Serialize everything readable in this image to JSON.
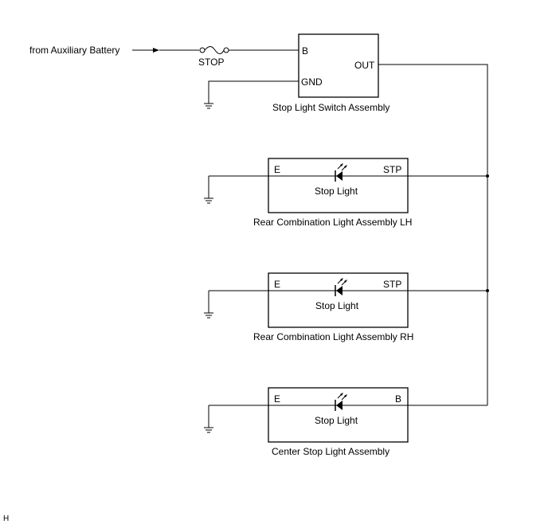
{
  "source_label": "from Auxiliary Battery",
  "fuse": {
    "label": "STOP"
  },
  "switch": {
    "title": "Stop Light Switch Assembly",
    "pin_b": "B",
    "pin_gnd": "GND",
    "pin_out": "OUT"
  },
  "lamps": [
    {
      "title": "Rear Combination Light Assembly LH",
      "pin_ground": "E",
      "pin_power": "STP",
      "inner": "Stop Light"
    },
    {
      "title": "Rear Combination Light Assembly RH",
      "pin_ground": "E",
      "pin_power": "STP",
      "inner": "Stop Light"
    },
    {
      "title": "Center Stop Light Assembly",
      "pin_ground": "E",
      "pin_power": "B",
      "inner": "Stop Light"
    }
  ],
  "corner_mark": "H"
}
